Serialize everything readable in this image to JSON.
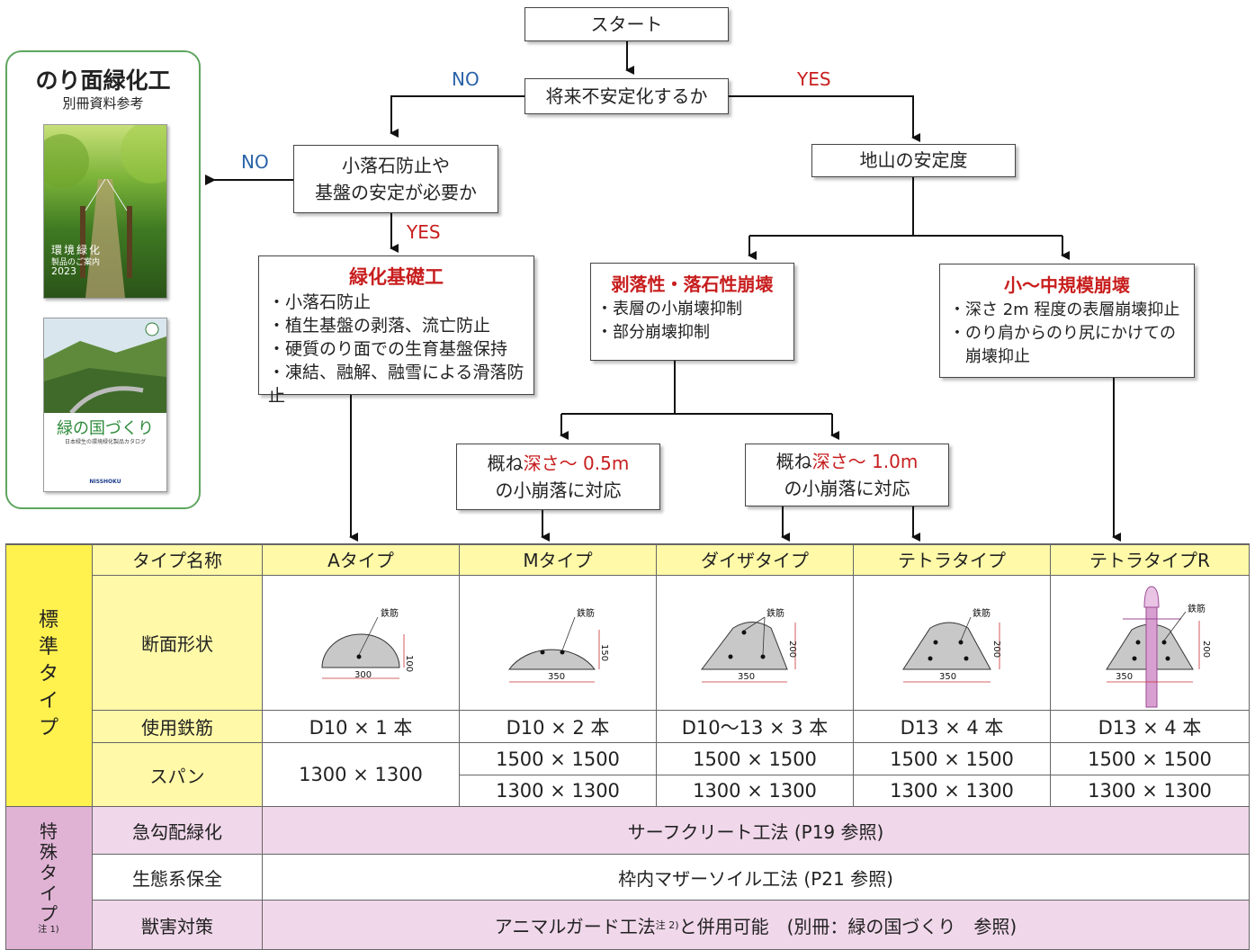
{
  "flow": {
    "start": "スタート",
    "q1": "将来不安定化するか",
    "no1": "NO",
    "yes1": "YES",
    "q2_line1": "小落石防止や",
    "q2_line2": "基盤の安定が必要か",
    "no2": "NO",
    "yes2": "YES",
    "ground": "地山の安定度",
    "greening": {
      "title": "緑化基礎工",
      "items": [
        "・小落石防止",
        "・植生基盤の剥落、流亡防止",
        "・硬質のり面での生育基盤保持",
        "・凍結、融解、融雪による滑落防止"
      ]
    },
    "peeling": {
      "title": "剥落性・落石性崩壊",
      "items": [
        "・表層の小崩壊抑制",
        "・部分崩壊抑制"
      ]
    },
    "smallmid": {
      "title": "小〜中規模崩壊",
      "items": [
        "・深さ 2m 程度の表層崩壊抑止",
        "・のり肩からのり尻にかけての",
        "　崩壊抑止"
      ]
    },
    "depth05": {
      "pre": "概ね",
      "red": "深さ〜 0.5m",
      "line2": "の小崩落に対応"
    },
    "depth10": {
      "pre": "概ね",
      "red": "深さ〜 1.0m",
      "line2": "の小崩落に対応"
    }
  },
  "side": {
    "title": "のり面緑化工",
    "subtitle": "別冊資料参考",
    "cover1": {
      "line1": "環境緑化",
      "line2": "製品のご案内",
      "year": "2023"
    },
    "cover2": {
      "title": "緑の国づくり",
      "sub": "日本緑生の環境緑化製品カタログ",
      "brand": "NISSHOKU"
    }
  },
  "table": {
    "standard_label": [
      "標",
      "準",
      "タ",
      "イ",
      "プ"
    ],
    "special_label": [
      "特",
      "殊",
      "タ",
      "イ",
      "プ"
    ],
    "special_note": "注 1)",
    "row_labels": {
      "type": "タイプ名称",
      "section": "断面形状",
      "rebar": "使用鉄筋",
      "span": "スパン"
    },
    "columns": [
      {
        "name": "Aタイプ",
        "rebar": "D10 × 1 本",
        "span": [
          "1300 × 1300"
        ],
        "width_label": "300",
        "height_label": "100",
        "tag": "鉄筋"
      },
      {
        "name": "Mタイプ",
        "rebar": "D10 × 2 本",
        "span": [
          "1500 × 1500",
          "1300 × 1300"
        ],
        "width_label": "350",
        "height_label": "150",
        "tag": "鉄筋"
      },
      {
        "name": "ダイザタイプ",
        "rebar": "D10〜13 × 3 本",
        "span": [
          "1500 × 1500",
          "1300 × 1300"
        ],
        "width_label": "350",
        "height_label": "200",
        "tag": "鉄筋"
      },
      {
        "name": "テトラタイプ",
        "rebar": "D13 × 4 本",
        "span": [
          "1500 × 1500",
          "1300 × 1300"
        ],
        "width_label": "350",
        "height_label": "200",
        "tag": "鉄筋"
      },
      {
        "name": "テトラタイプR",
        "rebar": "D13 × 4 本",
        "span": [
          "1500 × 1500",
          "1300 × 1300"
        ],
        "width_label": "350",
        "height_label": "200",
        "tag": "鉄筋"
      }
    ],
    "special_rows": [
      {
        "label": "急勾配緑化",
        "value": "サーフクリート工法 (P19 参照)"
      },
      {
        "label": "生態系保全",
        "value": "枠内マザーソイル工法 (P21 参照)"
      },
      {
        "label": "獣害対策",
        "value_pre": "アニマルガード工法",
        "value_sup": "注 2)",
        "value_post": " と併用可能　(別冊：緑の国づくり　参照)"
      }
    ]
  },
  "colors": {
    "red": "#c81e1e",
    "blue": "#2a62a8",
    "yellow": "#fff14e",
    "pale_yellow": "#fff9a8",
    "pink": "#e0b3d5",
    "pale_pink": "#f0d7ea",
    "green": "#5fa65f"
  }
}
